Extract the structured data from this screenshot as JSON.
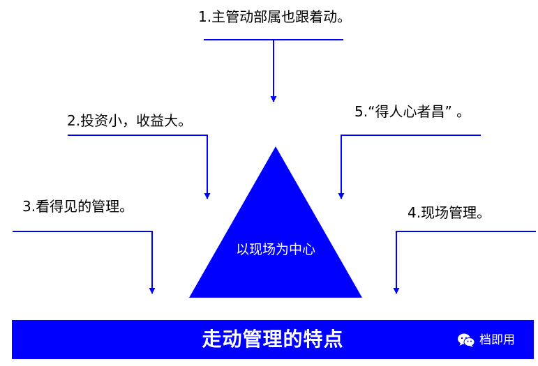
{
  "diagram": {
    "points": [
      "1.主管动部属也跟着动。",
      "2.投资小，收益大。",
      "3.看得见的管理。",
      "4.现场管理。",
      "5.“得人心者昌”  。"
    ],
    "center_label": "以现场为中心",
    "banner_title": "走动管理的特点",
    "watermark": "档即用",
    "colors": {
      "accent": "#0000ff",
      "text": "#000000",
      "inverse_text": "#ffffff"
    }
  }
}
